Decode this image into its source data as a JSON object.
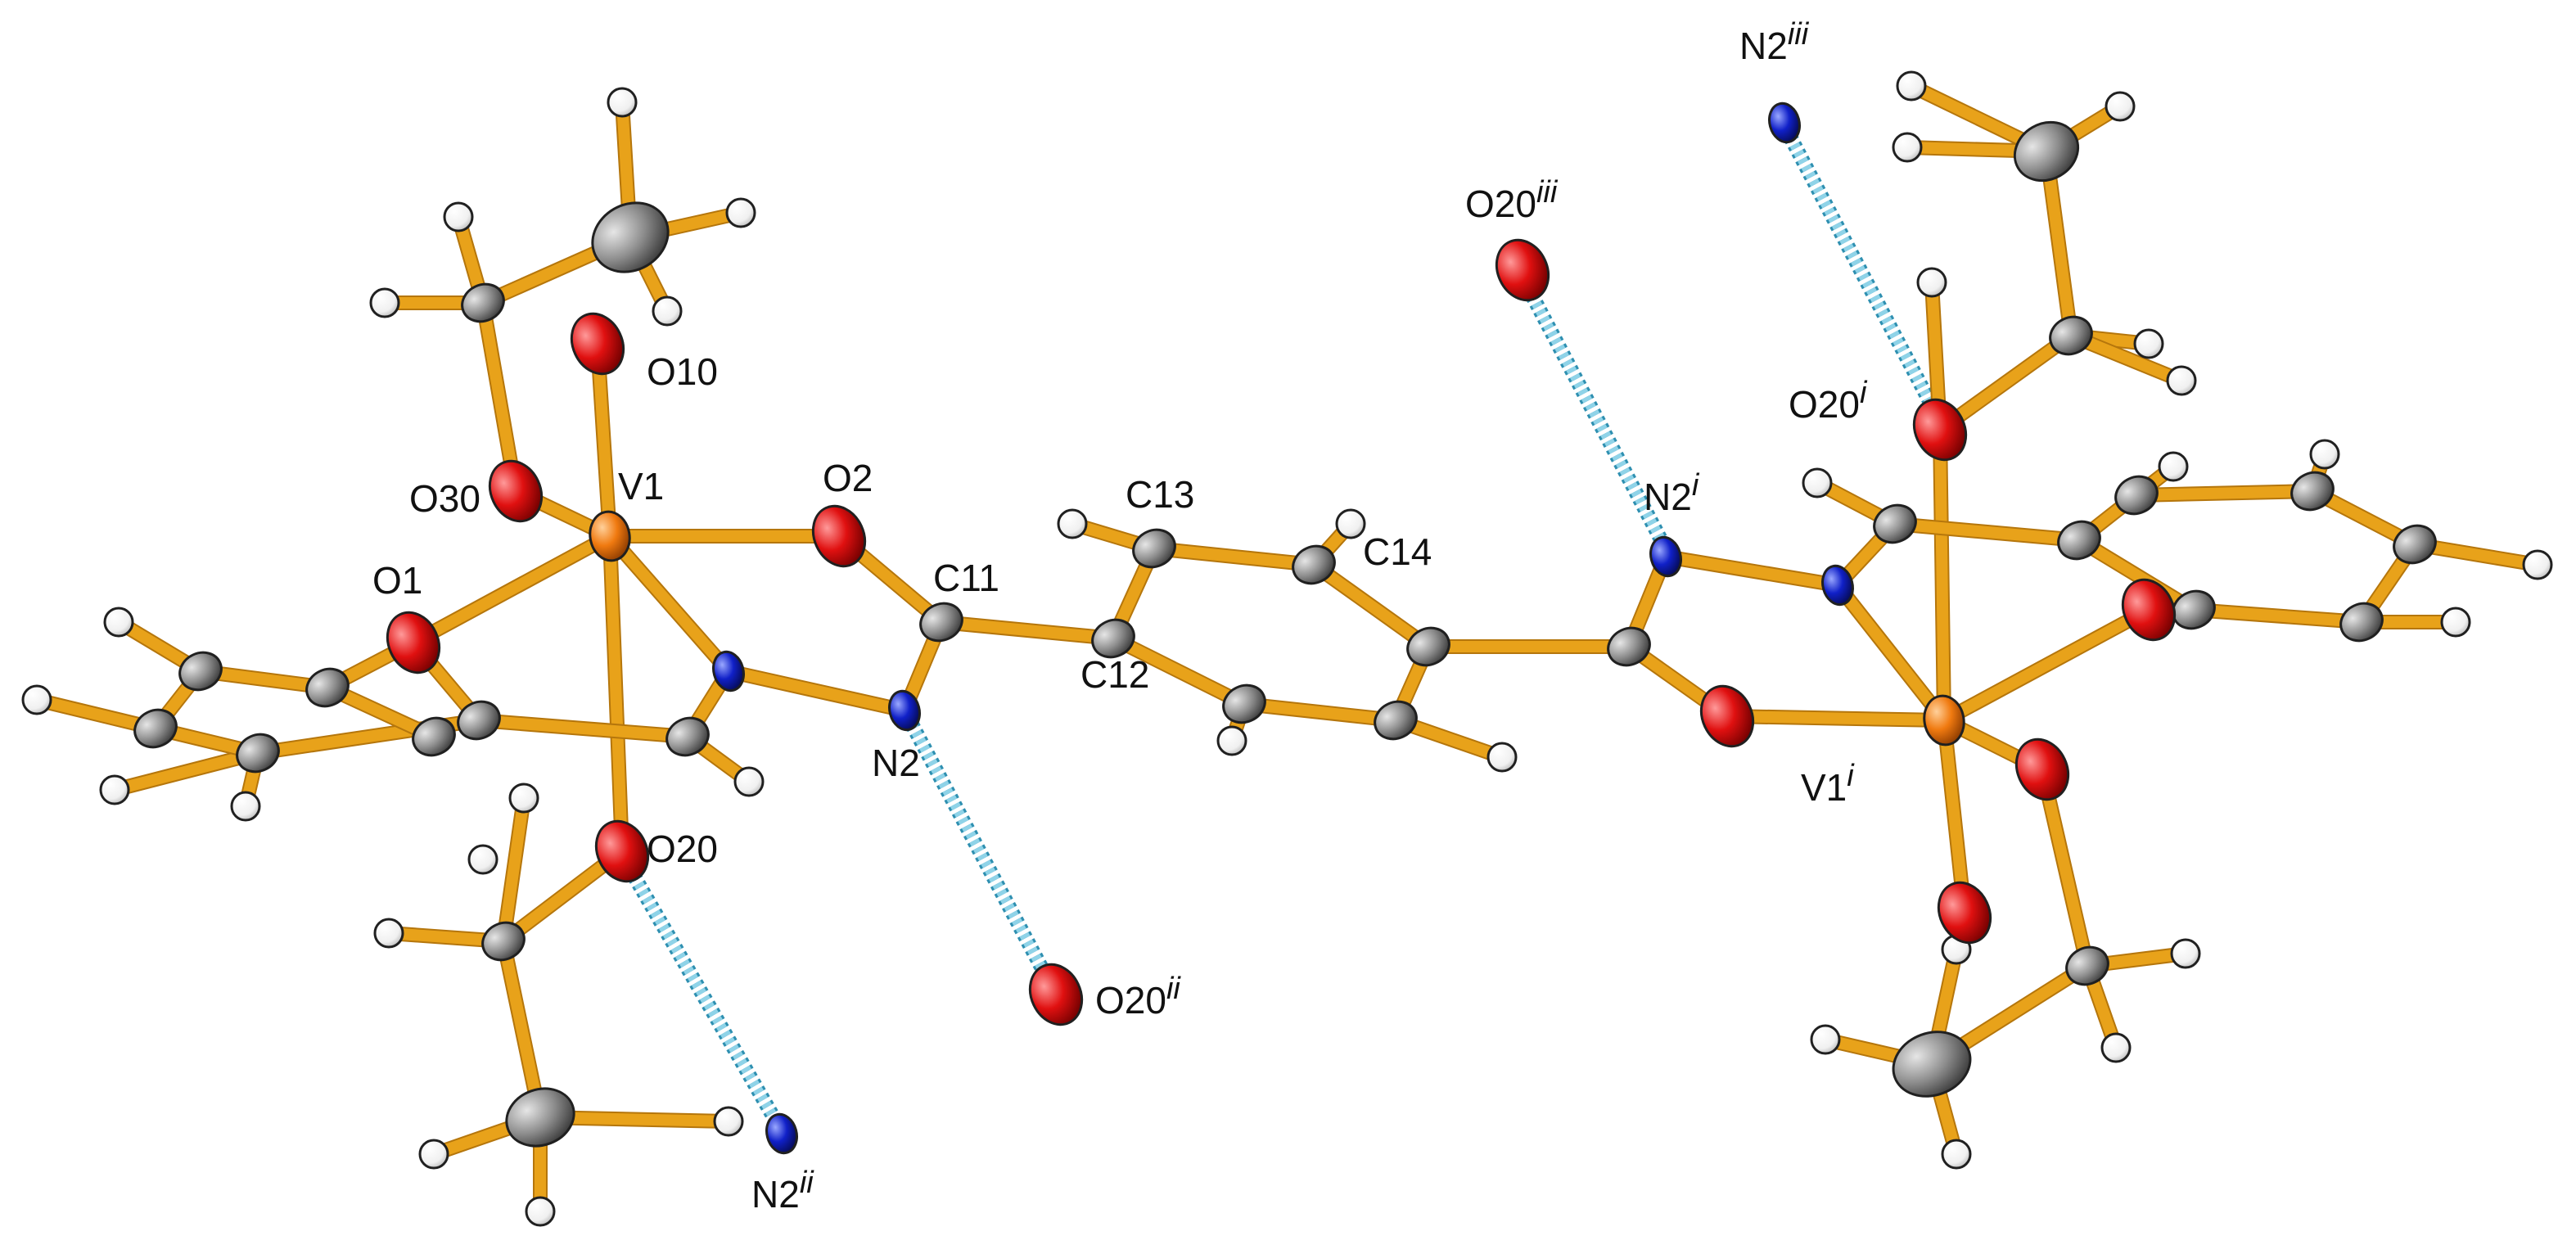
{
  "colors": {
    "bond": "#E8A21A",
    "hydrogen_bond": "#8FD3E8",
    "carbon": "#8C8C8C",
    "oxygen": "#E01010",
    "nitrogen": "#1020C8",
    "vanadium": "#F07A10",
    "hydrogen": "#F4F4F4"
  },
  "labels": {
    "n2iii": {
      "main": "N2",
      "sup": "iii"
    },
    "o20iii": {
      "main": "O20",
      "sup": "iii"
    },
    "o10": {
      "main": "O10",
      "sup": ""
    },
    "o30": {
      "main": "O30",
      "sup": ""
    },
    "v1": {
      "main": "V1",
      "sup": ""
    },
    "o2": {
      "main": "O2",
      "sup": ""
    },
    "c13": {
      "main": "C13",
      "sup": ""
    },
    "c14": {
      "main": "C14",
      "sup": ""
    },
    "c11": {
      "main": "C11",
      "sup": ""
    },
    "c12": {
      "main": "C12",
      "sup": ""
    },
    "o1": {
      "main": "O1",
      "sup": ""
    },
    "n2": {
      "main": "N2",
      "sup": ""
    },
    "o20": {
      "main": "O20",
      "sup": ""
    },
    "o20ii": {
      "main": "O20",
      "sup": "ii"
    },
    "n2ii": {
      "main": "N2",
      "sup": "ii"
    },
    "n2i": {
      "main": "N2",
      "sup": "i"
    },
    "o20i": {
      "main": "O20",
      "sup": "i"
    },
    "v1i": {
      "main": "V1",
      "sup": "i"
    }
  }
}
